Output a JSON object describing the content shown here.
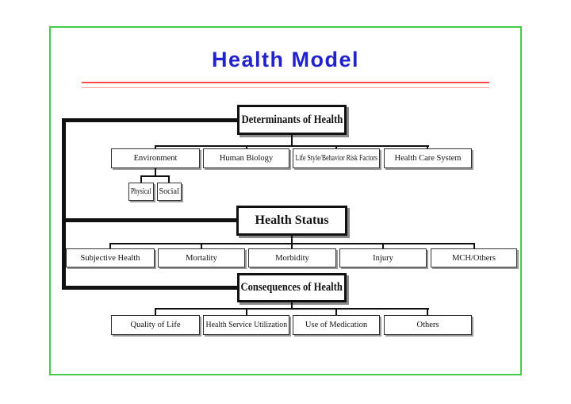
{
  "slide": {
    "title": "Health Model",
    "colors": {
      "title": "#2222cc",
      "frame": "#44cc44",
      "rule_top": "#ff4a4a",
      "rule_bottom": "#ff9a9a"
    }
  },
  "diagram": {
    "type": "hierarchy",
    "determinants": {
      "label": "Determinants of Health",
      "children": [
        "Environment",
        "Human Biology",
        "Life Style/Behavior Risk Factors",
        "Health Care System"
      ],
      "environment_children": [
        "Physical",
        "Social"
      ]
    },
    "health_status": {
      "label": "Health Status",
      "children": [
        "Subjective Health",
        "Mortality",
        "Morbidity",
        "Injury",
        "MCH/Others"
      ]
    },
    "consequences": {
      "label": "Consequences of Health",
      "children": [
        "Quality of Life",
        "Health Service Utilization",
        "Use of Medication",
        "Others"
      ]
    }
  }
}
